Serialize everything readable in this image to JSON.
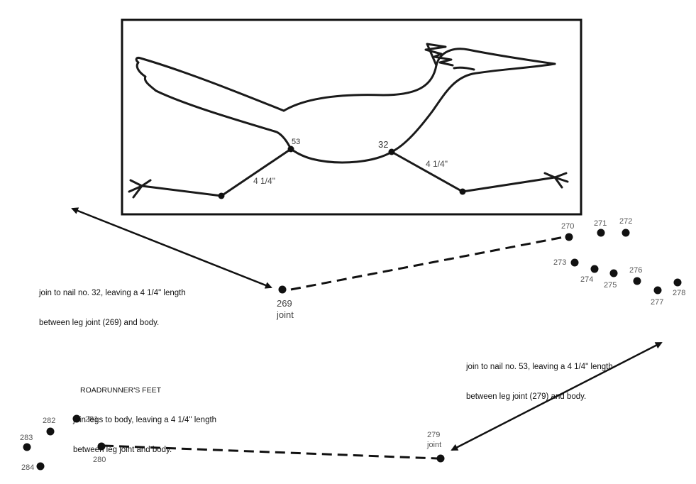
{
  "frame_labels": {
    "nail_53": "53",
    "nail_32": "32",
    "length_left": "4 1/4\"",
    "length_right": "4 1/4\""
  },
  "dots": [
    {
      "label": "269"
    },
    {
      "label": "270"
    },
    {
      "label": "271"
    },
    {
      "label": "272"
    },
    {
      "label": "273"
    },
    {
      "label": "274"
    },
    {
      "label": "275"
    },
    {
      "label": "276"
    },
    {
      "label": "277"
    },
    {
      "label": "278"
    },
    {
      "label": "279"
    },
    {
      "label": "280"
    },
    {
      "label": "281"
    },
    {
      "label": "282"
    },
    {
      "label": "283"
    },
    {
      "label": "284"
    }
  ],
  "joint_word": "joint",
  "notes": {
    "left_join": {
      "line1": "join to nail no. 32, leaving a 4 1/4\" length",
      "line2": "between leg joint (269) and body."
    },
    "right_join": {
      "line1": "join to nail no. 53, leaving a 4 1/4\" length",
      "line2": "between leg joint (279) and body."
    },
    "feet": {
      "title": "ROADRUNNER'S FEET",
      "line1": "join legs to body, leaving a 4 1/4\" length",
      "line2": "between leg joint and body."
    }
  }
}
